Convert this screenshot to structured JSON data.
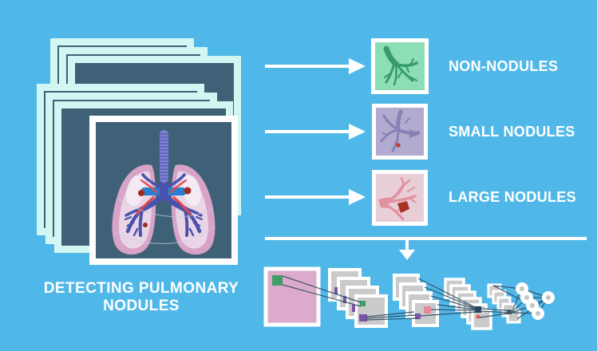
{
  "title": {
    "line1": "DETECTING PULMONARY",
    "line2": "NODULES"
  },
  "classes": [
    {
      "label": "NON-NODULES",
      "box_color": "#8cdeb4",
      "branch_color": "#389a70"
    },
    {
      "label": "SMALL NODULES",
      "box_color": "#b1abd0",
      "branch_color": "#8b80b4",
      "nodule_color": "#c2392d"
    },
    {
      "label": "LARGE NODULES",
      "box_color": "#e8ced7",
      "branch_color": "#e2919e",
      "nodule_color": "#a93226"
    }
  ],
  "icons": [
    "lungs-icon",
    "vessel-branch-green-icon",
    "vessel-branch-purple-icon",
    "vessel-branch-pink-icon",
    "right-arrow-icon",
    "down-arrow-icon",
    "cnn-network-icon"
  ],
  "colors": {
    "background": "#50b8e8",
    "frame_border_cyan": "#d2f7f3",
    "frame_interior_dark": "#3f6178",
    "front_frame_white": "#ffffff",
    "text_white": "#ffffff",
    "cnn_input_pink": "#dcaacb",
    "cnn_patch_green": "#3f9e68",
    "feature_map_gray": "#cacaca",
    "connection_line": "#2c4a61",
    "mark_purple": "#7a55a5",
    "mark_pink": "#e8889a",
    "mark_navy": "#27455c",
    "nodule_red": "#a02b22"
  }
}
